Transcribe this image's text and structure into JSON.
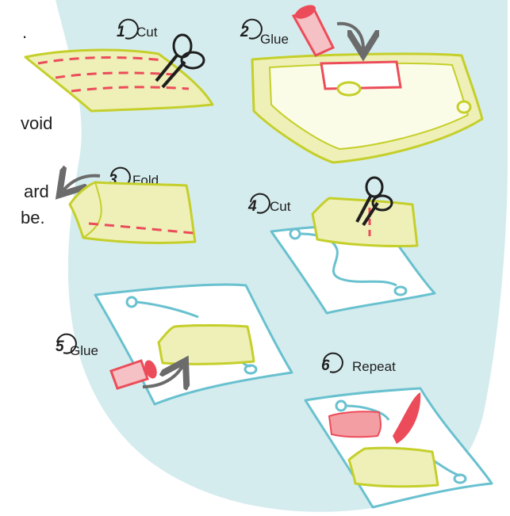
{
  "steps": [
    {
      "number": "1",
      "label": "Cut"
    },
    {
      "number": "2",
      "label": "Glue"
    },
    {
      "number": "3",
      "label": "Fold"
    },
    {
      "number": "4",
      "label": "Cut"
    },
    {
      "number": "5",
      "label": "Glue"
    },
    {
      "number": "6",
      "label": "Repeat"
    }
  ],
  "cropped_text": [
    ".",
    "void",
    "ard",
    "be."
  ],
  "colors": {
    "background_blob": "#d5ecee",
    "paper_fill": "#eef0b8",
    "paper_stroke": "#c5cf2a",
    "cut_line": "#ec4c5a",
    "map_line": "#69c1cf",
    "glue_stick": "#ec4c5a",
    "arrow": "#6b6b6b"
  },
  "icons": [
    "scissors-icon",
    "glue-stick-icon",
    "curved-arrow-icon"
  ]
}
